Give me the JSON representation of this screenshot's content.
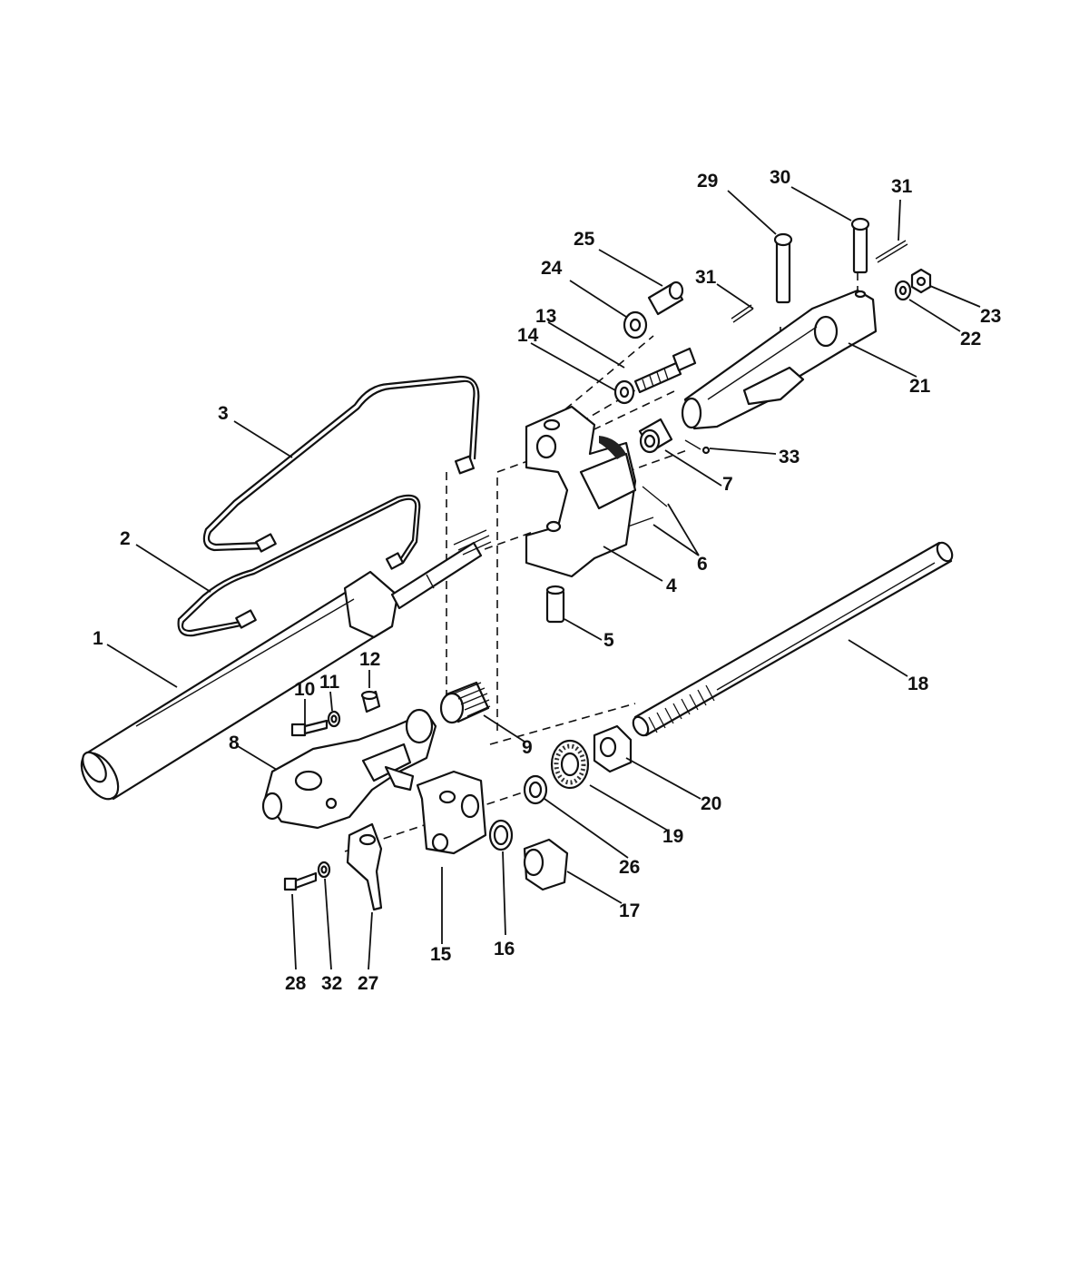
{
  "callouts": [
    {
      "id": "c1",
      "text": "1"
    },
    {
      "id": "c2",
      "text": "2"
    },
    {
      "id": "c3",
      "text": "3"
    },
    {
      "id": "c4",
      "text": "4"
    },
    {
      "id": "c5",
      "text": "5"
    },
    {
      "id": "c6",
      "text": "6"
    },
    {
      "id": "c7",
      "text": "7"
    },
    {
      "id": "c8",
      "text": "8"
    },
    {
      "id": "c9",
      "text": "9"
    },
    {
      "id": "c10",
      "text": "10"
    },
    {
      "id": "c11",
      "text": "11"
    },
    {
      "id": "c12",
      "text": "12"
    },
    {
      "id": "c13",
      "text": "13"
    },
    {
      "id": "c14",
      "text": "14"
    },
    {
      "id": "c15",
      "text": "15"
    },
    {
      "id": "c16",
      "text": "16"
    },
    {
      "id": "c17",
      "text": "17"
    },
    {
      "id": "c18",
      "text": "18"
    },
    {
      "id": "c19",
      "text": "19"
    },
    {
      "id": "c20",
      "text": "20"
    },
    {
      "id": "c21",
      "text": "21"
    },
    {
      "id": "c22",
      "text": "22"
    },
    {
      "id": "c23",
      "text": "23"
    },
    {
      "id": "c24",
      "text": "24"
    },
    {
      "id": "c25",
      "text": "25"
    },
    {
      "id": "c26",
      "text": "26"
    },
    {
      "id": "c27",
      "text": "27"
    },
    {
      "id": "c28",
      "text": "28"
    },
    {
      "id": "c29",
      "text": "29"
    },
    {
      "id": "c30",
      "text": "30"
    },
    {
      "id": "c31a",
      "text": "31"
    },
    {
      "id": "c31b",
      "text": "31"
    },
    {
      "id": "c32",
      "text": "32"
    },
    {
      "id": "c33",
      "text": "33"
    }
  ]
}
